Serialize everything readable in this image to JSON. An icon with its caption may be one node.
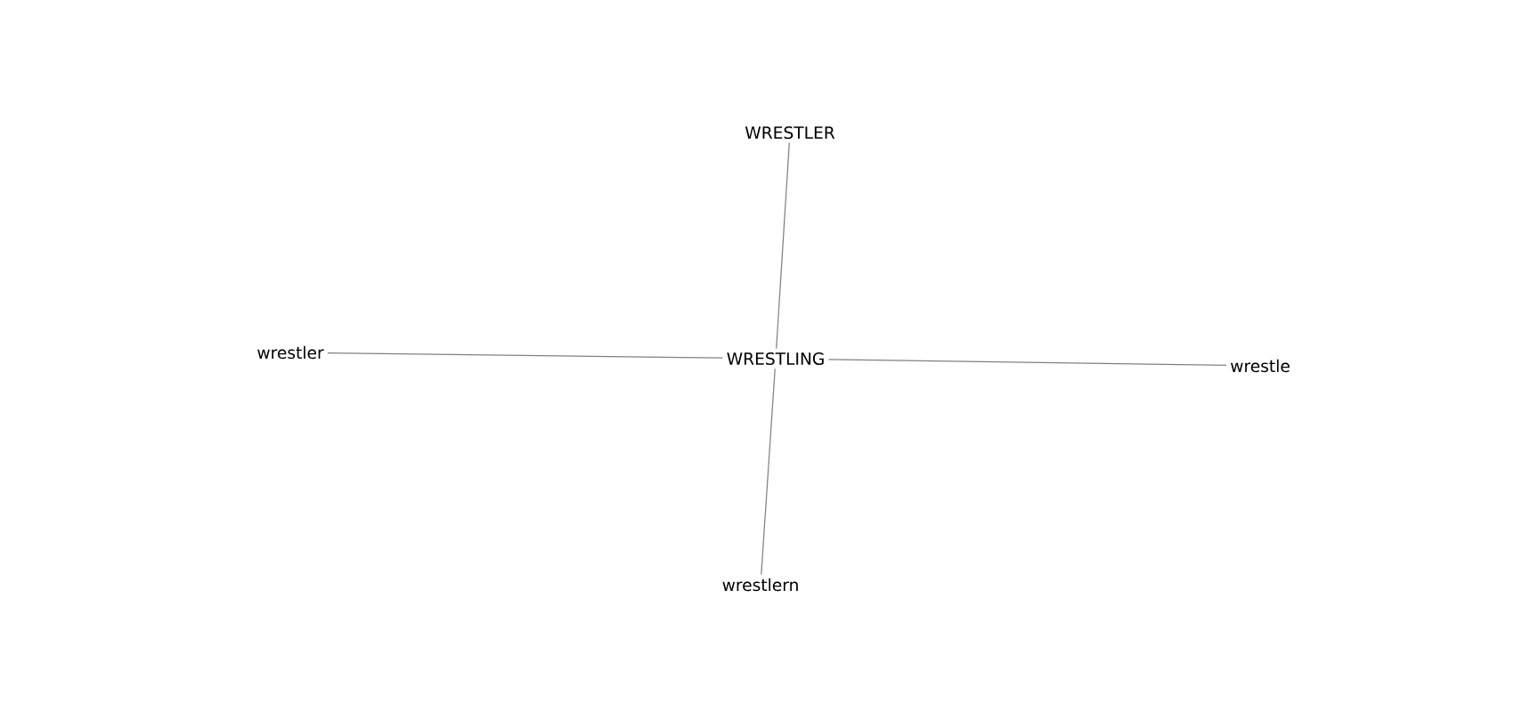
{
  "diagram": {
    "nodes": [
      {
        "text": [
          "WRESTLING"
        ]
      },
      {
        "text": [
          "WRESTLER"
        ]
      },
      {
        "text": [
          "wrestler"
        ]
      },
      {
        "text": [
          "wrestle"
        ]
      },
      {
        "text": [
          "wrestlern"
        ]
      }
    ],
    "edges": [
      {
        "from": 0,
        "to": 1,
        "arrow": "none"
      },
      {
        "from": 0,
        "to": 2,
        "arrow": "none"
      },
      {
        "from": 0,
        "to": 3,
        "arrow": "none"
      },
      {
        "from": 0,
        "to": 4,
        "arrow": "none"
      }
    ]
  }
}
